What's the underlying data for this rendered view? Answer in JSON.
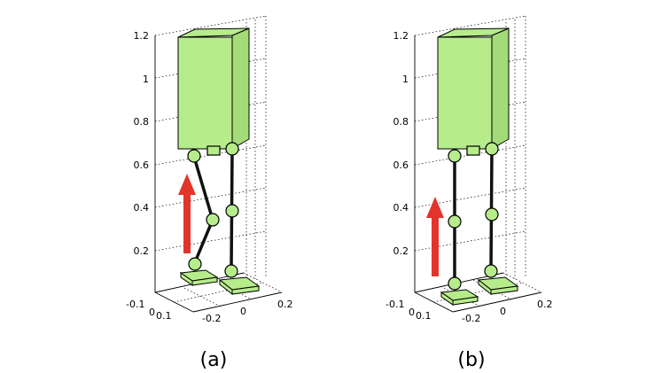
{
  "panels": [
    {
      "id": "a",
      "caption": "(a)",
      "z_ticks": [
        "1.2",
        "1",
        "0.8",
        "0.6",
        "0.4",
        "0.2"
      ],
      "x_ticks": [
        "-0.1",
        "0",
        "0.1"
      ],
      "y_ticks": [
        "-0.2",
        "0",
        "0.2"
      ],
      "pose": "left knee bent, leg lifting",
      "arrow": "red upward arrow"
    },
    {
      "id": "b",
      "caption": "(b)",
      "z_ticks": [
        "1.2",
        "1",
        "0.8",
        "0.6",
        "0.4",
        "0.2"
      ],
      "x_ticks": [
        "-0.1",
        "0",
        "0.1"
      ],
      "y_ticks": [
        "-0.2",
        "0",
        "0.2"
      ],
      "pose": "both legs straight, standing",
      "arrow": "red upward arrow"
    }
  ],
  "colors": {
    "robot": "#b6ec8a",
    "arrow": "#e3342b"
  }
}
